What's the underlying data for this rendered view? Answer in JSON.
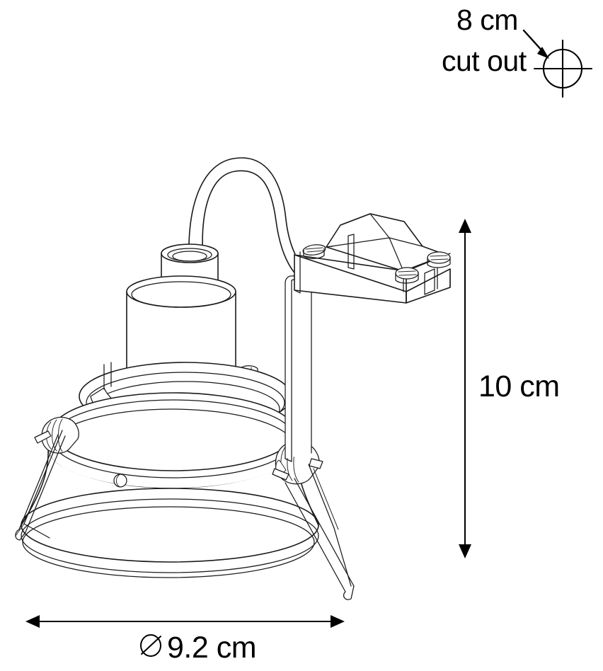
{
  "drawing": {
    "type": "technical-line-drawing",
    "subject": "recessed downlight / spotlight fixture with junction box",
    "background_color": "#ffffff",
    "line_color": "#1a1a1a",
    "text_color": "#000000"
  },
  "annotations": {
    "cutout": {
      "value_label": "8 cm",
      "description_label": "cut out",
      "symbol": "crosshair-circle",
      "leader": "arrow pointing down-right to crosshair circle"
    },
    "height": {
      "label": "10 cm",
      "orientation": "vertical",
      "arrow_style": "double-ended"
    },
    "diameter": {
      "symbol": "⌀",
      "label": "9.2 cm",
      "orientation": "horizontal",
      "arrow_style": "double-ended"
    }
  },
  "parts": [
    {
      "id": "power-cable",
      "name": "power cable"
    },
    {
      "id": "strain-relief",
      "name": "cable strain relief collar"
    },
    {
      "id": "lamp-holder",
      "name": "lamp holder cylinder"
    },
    {
      "id": "reflector-ring",
      "name": "reflector ring"
    },
    {
      "id": "bezel-trim",
      "name": "bezel trim ring"
    },
    {
      "id": "outer-flange",
      "name": "outer flange"
    },
    {
      "id": "spring-clip-left",
      "name": "left mounting spring clip"
    },
    {
      "id": "spring-clip-right",
      "name": "right mounting spring clip"
    },
    {
      "id": "bracket-plate",
      "name": "junction box bracket plate"
    },
    {
      "id": "junction-box",
      "name": "junction box"
    },
    {
      "id": "screw-terminal",
      "name": "junction box screw"
    }
  ]
}
